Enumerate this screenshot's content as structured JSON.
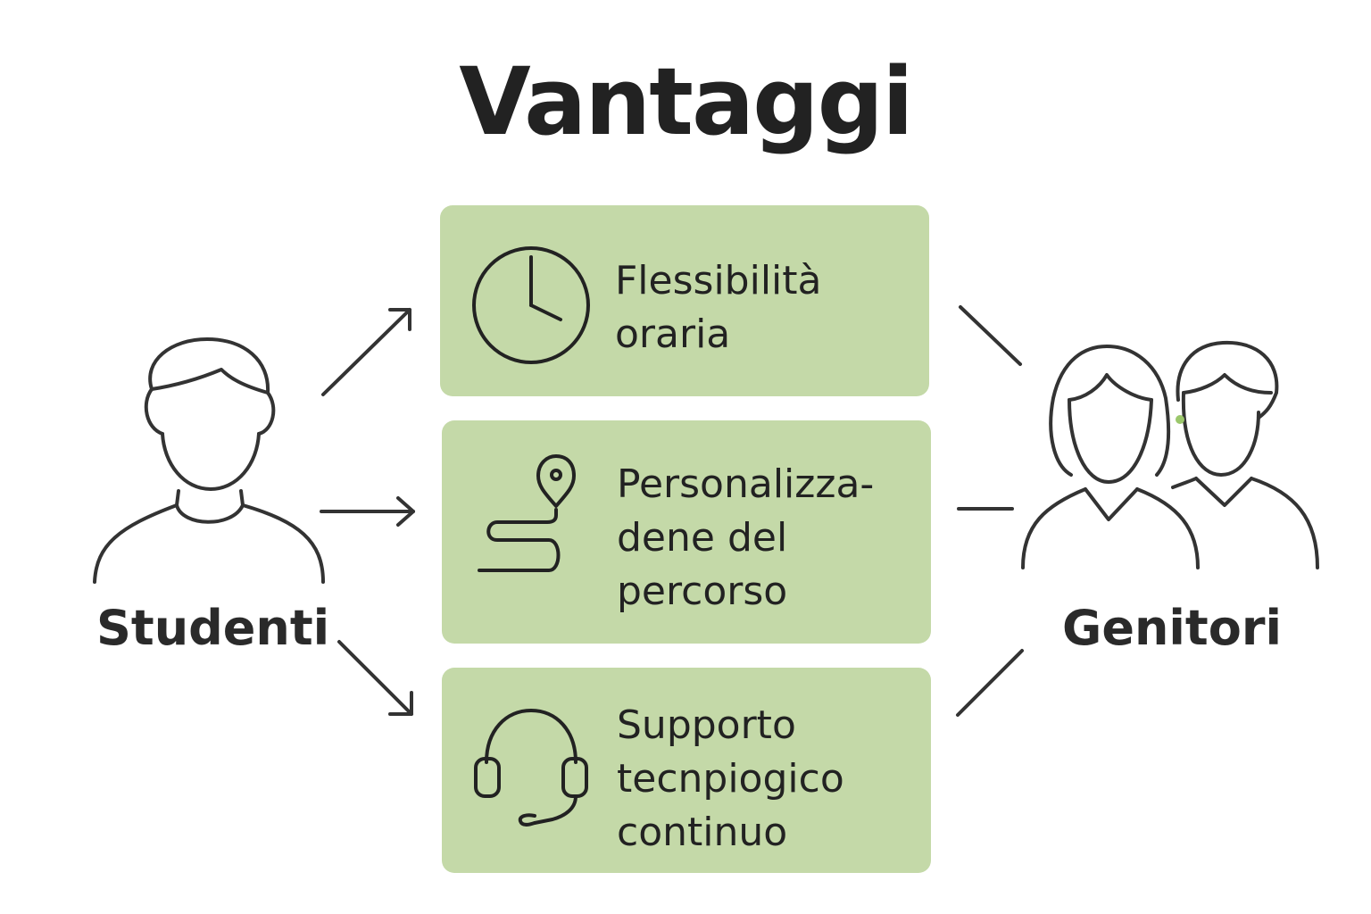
{
  "title": "Vantaggi",
  "left_actor": {
    "label": "Studenti"
  },
  "right_actor": {
    "label": "Genitori"
  },
  "benefits": [
    {
      "icon": "clock-icon",
      "lines": [
        "Flessibilità",
        "oraria"
      ]
    },
    {
      "icon": "map-route-icon",
      "lines": [
        "Personalizza-",
        "dene del",
        "percorso"
      ]
    },
    {
      "icon": "headset-icon",
      "lines": [
        "Supporto",
        "tecnpiogico",
        "continuo"
      ]
    }
  ],
  "colors": {
    "box_fill": "#c4d9a8",
    "stroke": "#2f2f2f",
    "accent": "#9bc76b"
  }
}
